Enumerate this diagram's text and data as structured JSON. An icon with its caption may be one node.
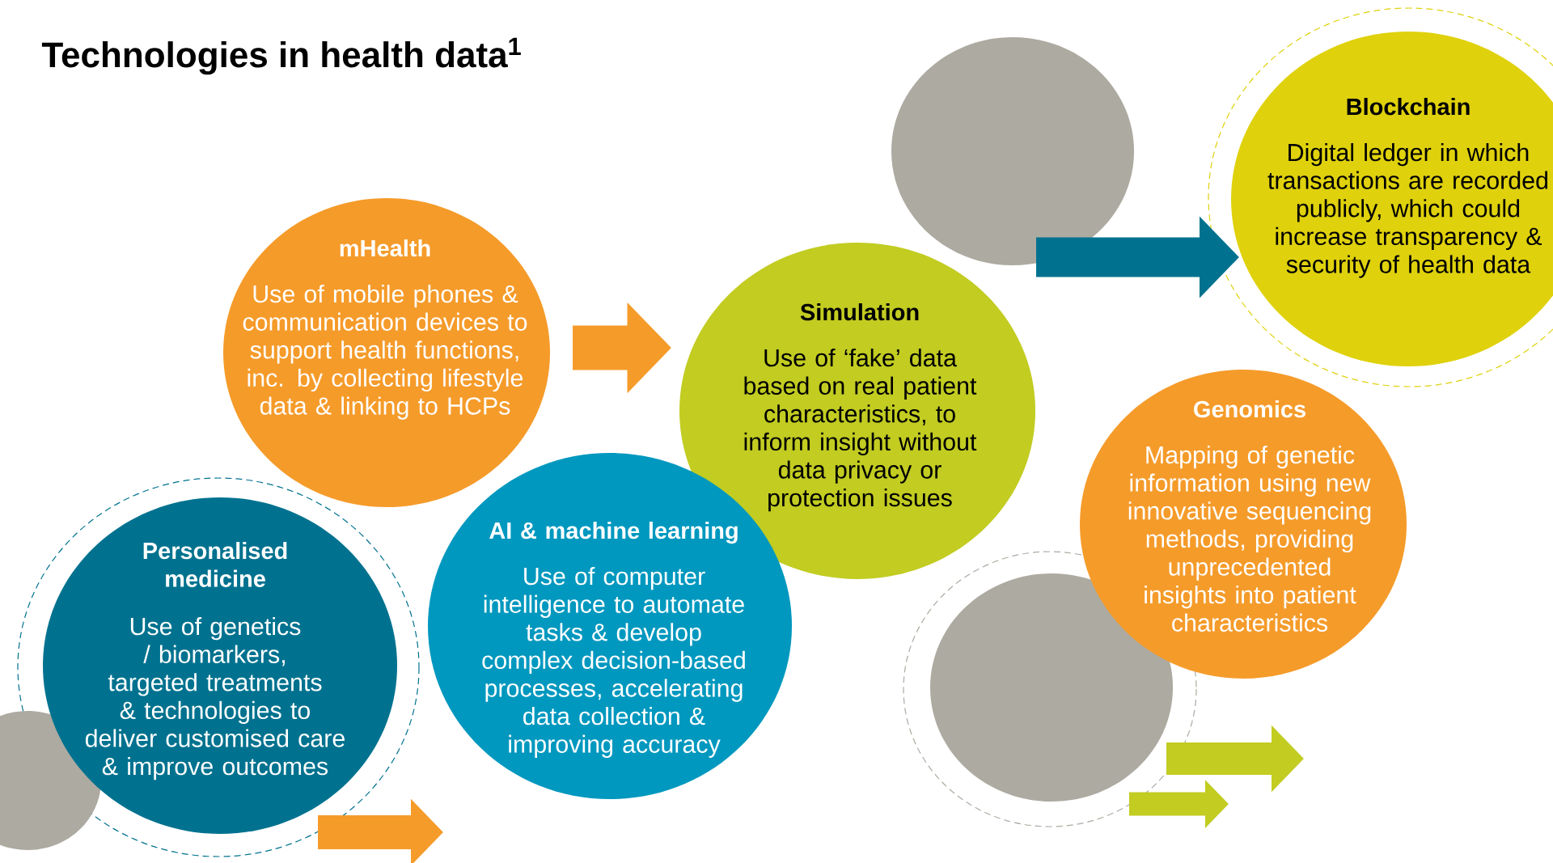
{
  "diagram": {
    "title": "Technologies in health data$^{1}$",
    "nodes": [
      {
        "text": [],
        "shape": "circle"
      },
      {
        "text": [
          "Blockchain",
          "Digital ledger in which transactions are recorded publicly, which could increase transparency & security of health data"
        ]
      },
      {
        "text": [
          "mHealth",
          "Use of mobile phones & communication devices to support health functions, inc. by collecting lifestyle data & linking to HCPs"
        ]
      },
      {
        "text": [
          "Simulation",
          "Use of ‘fake’ data based on real patient characteristics, to inform insight without data privacy or protection issues"
        ]
      },
      {
        "text": [
          "Genomics",
          "Mapping of genetic information using new innovative sequencing methods, providing unprecedented insights into patient characteristics"
        ]
      },
      {
        "text": [
          "Personalised medicine",
          "Use of genetics / biomarkers, targeted treatments & technologies to deliver customised care & improve outcomes"
        ]
      },
      {
        "text": [
          "AI & machine learning",
          "Use of computer intelligence to automate tasks & develop complex decision-based processes, accelerating data collection & improving accuracy"
        ]
      },
      {
        "text": [],
        "shape": "circle"
      },
      {
        "text": [],
        "shape": "circle"
      }
    ],
    "edges": [
      {
        "from": 2,
        "to": 3,
        "arrow": "to",
        "color": "#f59b2a"
      },
      {
        "from": 0,
        "to": 1,
        "arrow": "to",
        "color": "#00728f"
      },
      {
        "from": 5,
        "to": null,
        "arrow": "to",
        "color": "#f59b2a"
      },
      {
        "from": 7,
        "to": null,
        "arrow": "to",
        "color": "#c2cc21"
      }
    ]
  }
}
